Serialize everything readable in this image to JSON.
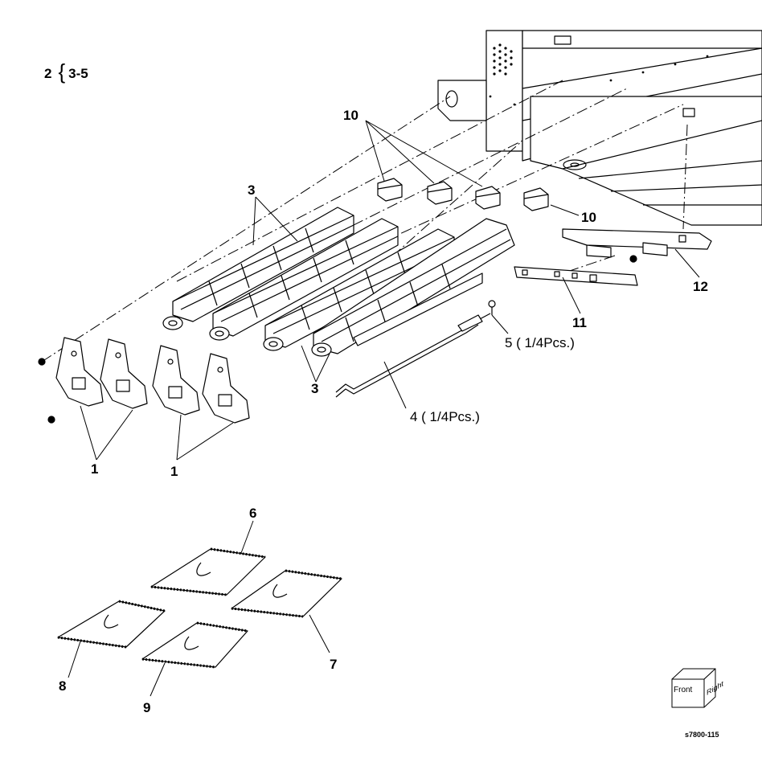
{
  "reference": {
    "item": "2",
    "range": "3-5"
  },
  "callouts": {
    "c1a": "1",
    "c1b": "1",
    "c3a": "3",
    "c3b": "3",
    "c4": "4 ( 1/4Pcs.)",
    "c5": "5 ( 1/4Pcs.)",
    "c6": "6",
    "c7": "7",
    "c8": "8",
    "c9": "9",
    "c10a": "10",
    "c10b": "10",
    "c11": "11",
    "c12": "12"
  },
  "orientation_cube": {
    "front": "Front",
    "right": "Right"
  },
  "figure_id": "s7800-115"
}
